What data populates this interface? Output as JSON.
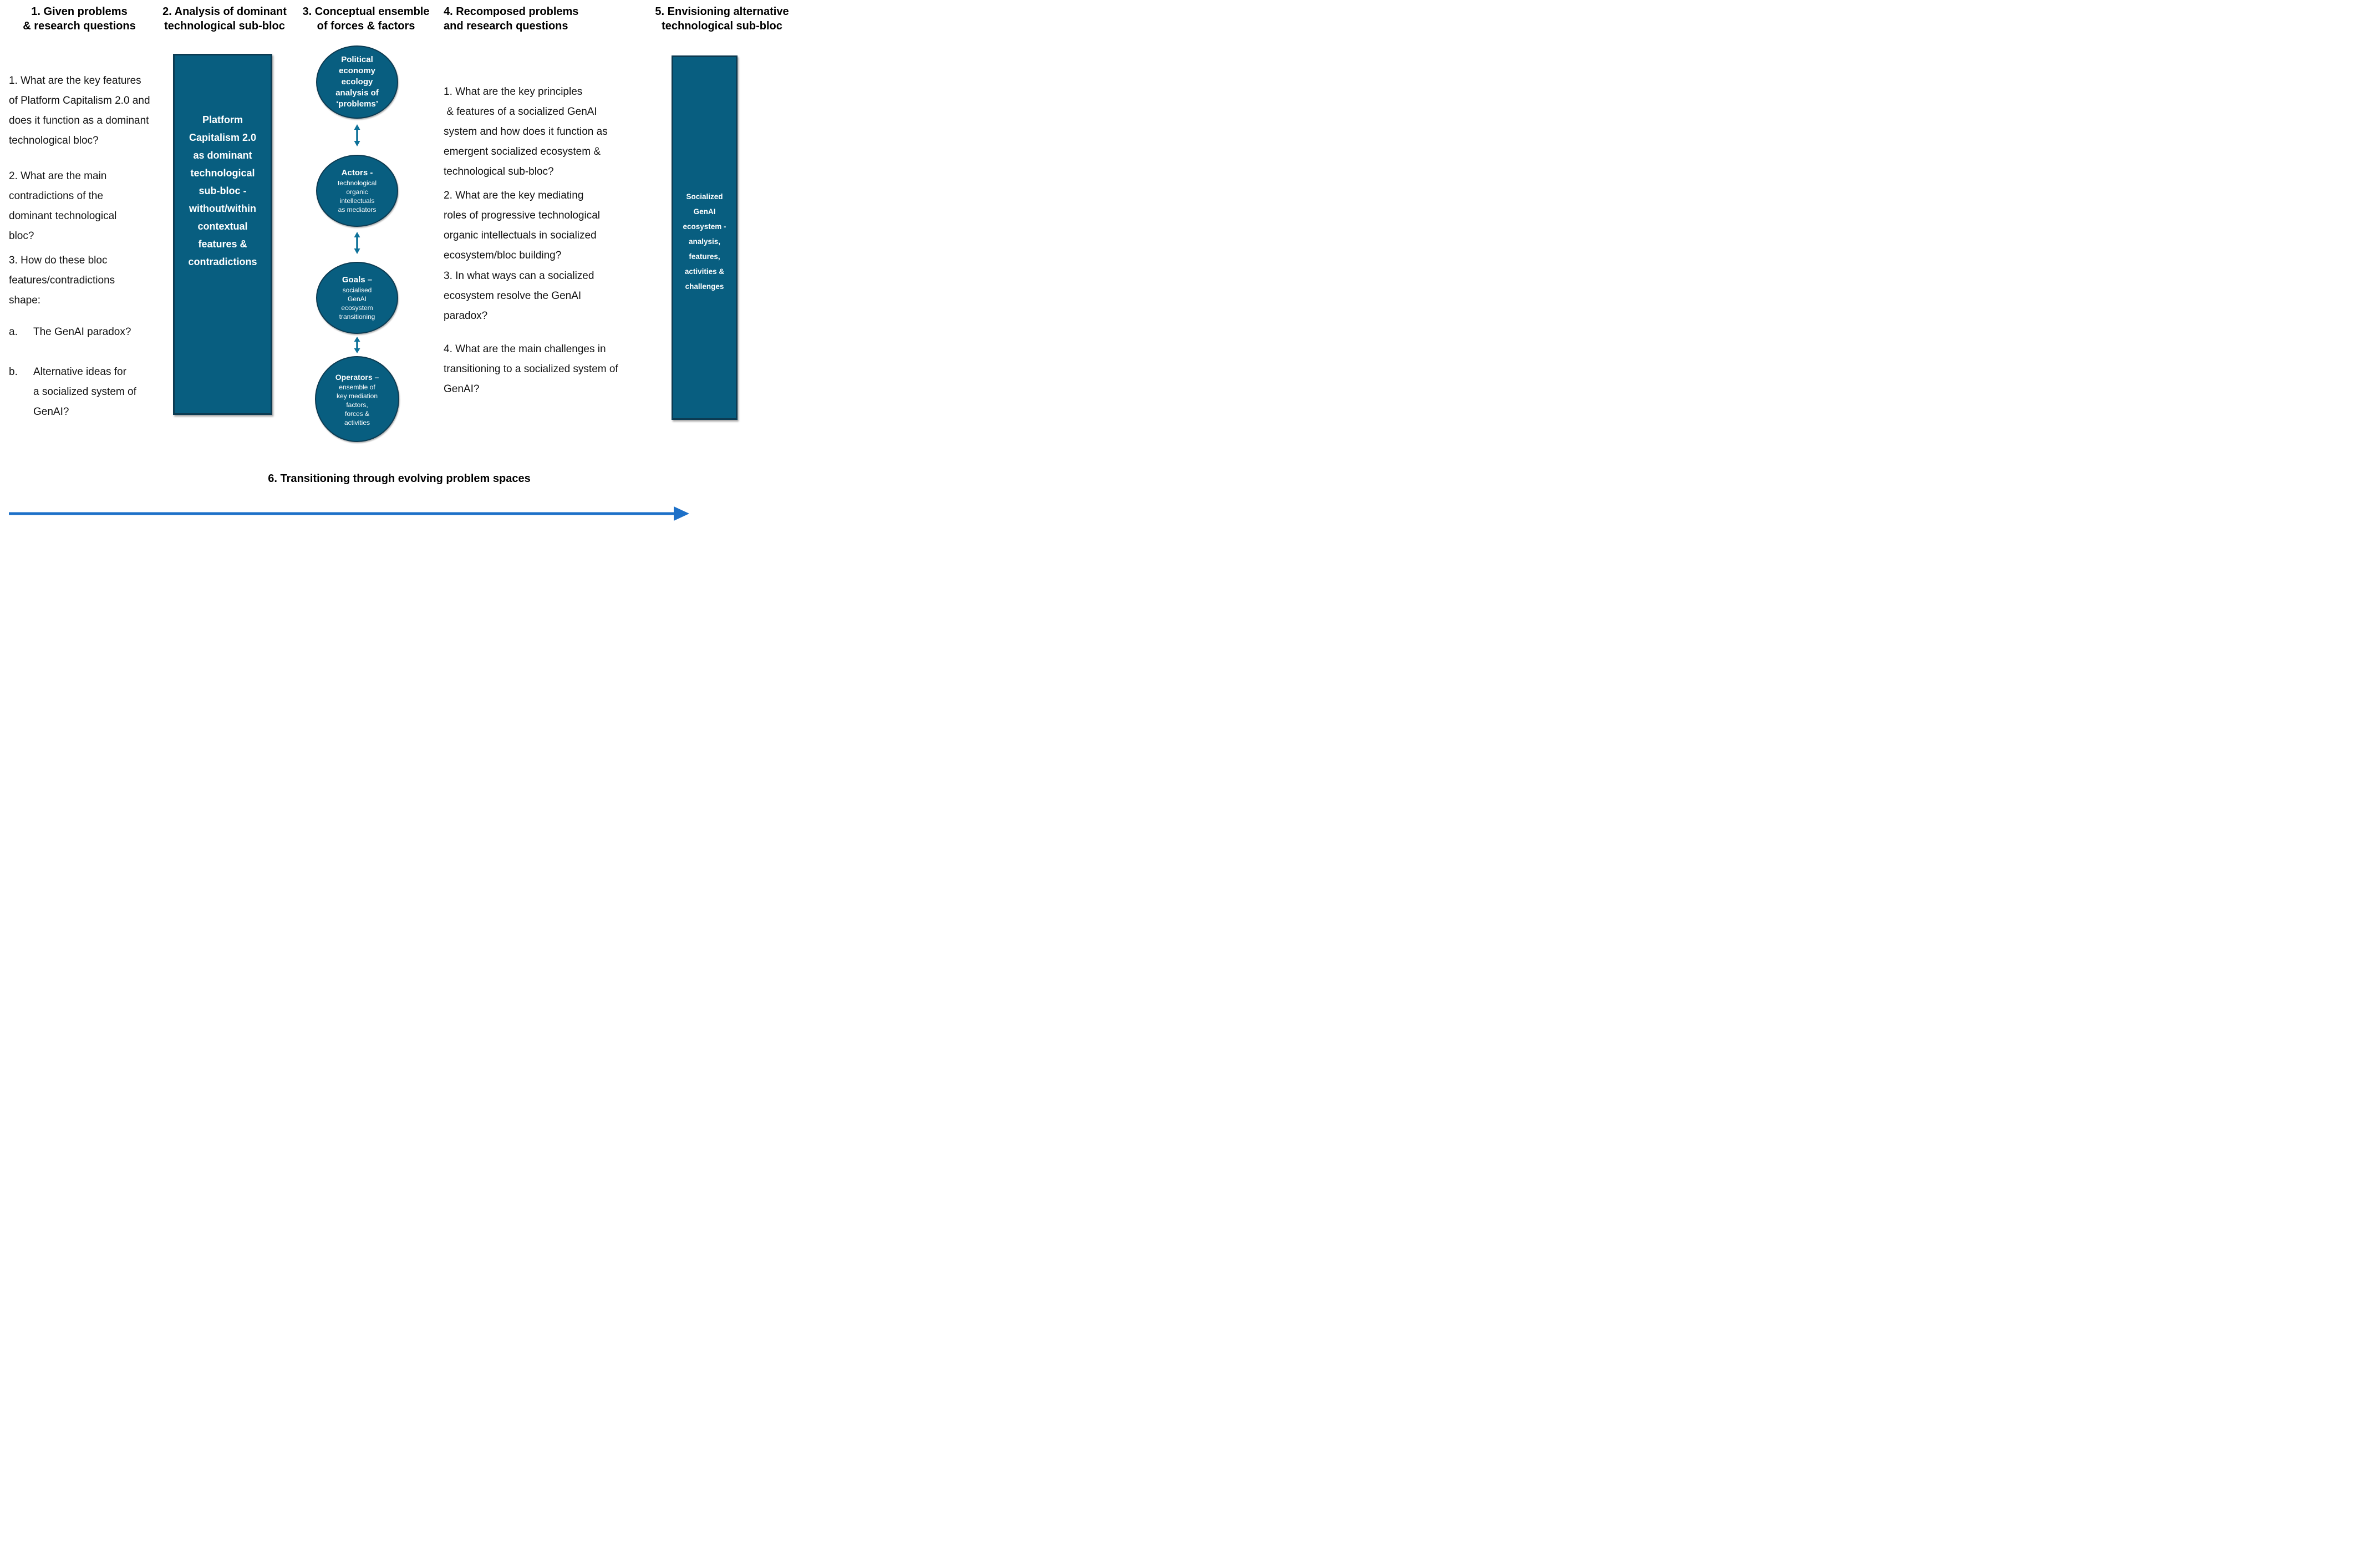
{
  "colors": {
    "shape_fill": "#085E80",
    "shape_border": "#0C3B52",
    "connector_teal": "#0D7199",
    "arrow_blue": "#1D70C8",
    "text": "#111111",
    "shape_text": "#FFFFFF"
  },
  "headers": [
    {
      "label": "1. Given problems\n& research questions"
    },
    {
      "label": "2. Analysis of dominant\ntechnological sub-bloc"
    },
    {
      "label": "3. Conceptual ensemble\nof forces & factors"
    },
    {
      "label": "4. Recomposed problems\nand research questions"
    },
    {
      "label": "5. Envisioning alternative\ntechnological sub-bloc"
    }
  ],
  "column1": {
    "q1": "1. What are the key features\nof Platform Capitalism 2.0 and\ndoes it function as a dominant\ntechnological bloc?",
    "q2": "2. What are the main\ncontradictions of the\ndominant technological\nbloc?",
    "q3": "3. How do these bloc\nfeatures/contradictions\nshape:",
    "list": [
      {
        "marker": "a.",
        "text": "The GenAI paradox?"
      },
      {
        "marker": "b.",
        "text": "Alternative ideas for\na socialized system of\nGenAI?"
      }
    ]
  },
  "column2_box": {
    "label": "Platform\nCapitalism 2.0\nas dominant\ntechnological\nsub-bloc -\nwithout/within\ncontextual\nfeatures &\ncontradictions"
  },
  "column3_circles": [
    {
      "title": "Political\neconomy\necology\nanalysis of\n‘problems’",
      "body": ""
    },
    {
      "title": "Actors -",
      "body": "technological\norganic\nintellectuals\nas mediators"
    },
    {
      "title": "Goals –",
      "body": "socialised\nGenAI\necosystem\ntransitioning"
    },
    {
      "title": "Operators –",
      "body": "ensemble of\nkey mediation\nfactors,\nforces &\nactivities"
    }
  ],
  "column4": {
    "q1": "1. What are the key principles\n & features of a socialized GenAI\nsystem and how does it function as\nemergent socialized ecosystem &\ntechnological sub-bloc?",
    "q2": "2. What are the key mediating\nroles of progressive technological\norganic intellectuals in socialized\necosystem/bloc building?",
    "q3": "3. In what ways can a socialized\necosystem resolve the GenAI\nparadox?",
    "q4": "4. What are the main challenges in\ntransitioning to a socialized system of\nGenAI?"
  },
  "column5_box": {
    "label": "Socialized\nGenAI\necosystem -\nanalysis, features,\nactivities &\nchallenges"
  },
  "footer": {
    "label": "6. Transitioning through evolving problem spaces"
  }
}
